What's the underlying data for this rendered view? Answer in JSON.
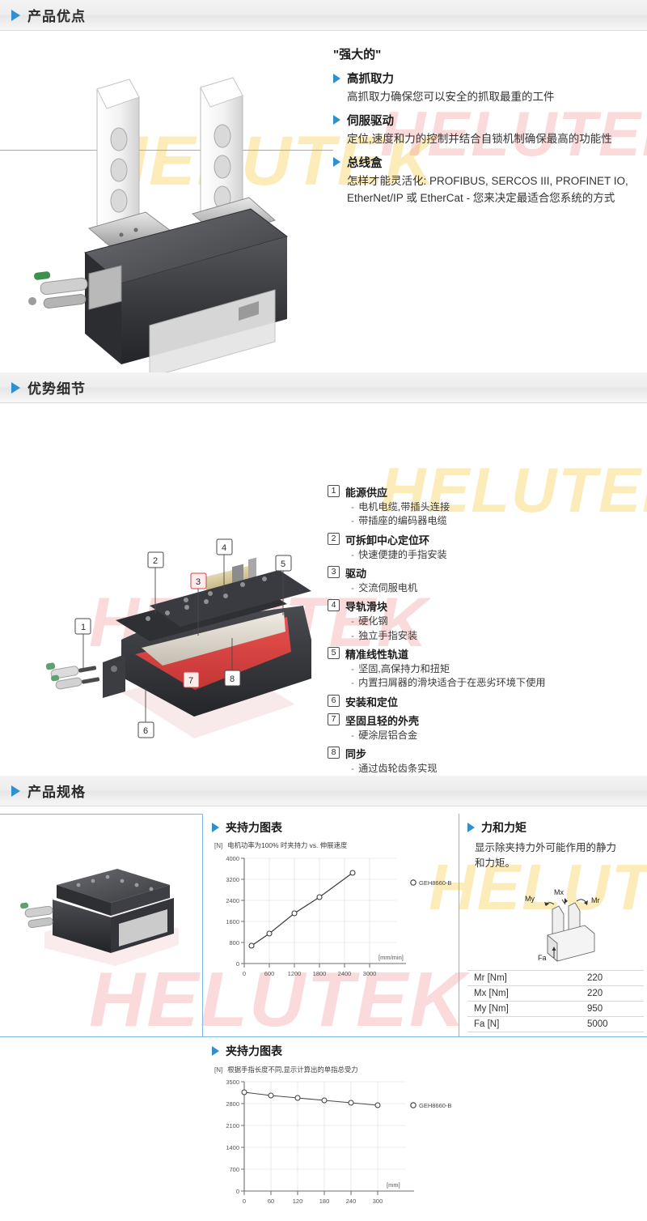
{
  "sections": [
    {
      "id": "advantages",
      "title": "产品优点"
    },
    {
      "id": "details",
      "title": "优势细节"
    },
    {
      "id": "specs",
      "title": "产品规格"
    }
  ],
  "advantages": {
    "quote": "\"强大的\"",
    "features": [
      {
        "label": "高抓取力",
        "body": "高抓取力确保您可以安全的抓取最重的工件"
      },
      {
        "label": "伺服驱动",
        "body": "定位,速度和力的控制并结合自锁机制确保最高的功能性"
      },
      {
        "label": "总线盒",
        "body": "怎样才能灵活化: PROFIBUS, SERCOS III, PROFINET IO, EtherNet/IP 或 EtherCat - 您来决定最适合您系统的方式"
      }
    ]
  },
  "details": {
    "items": [
      {
        "n": "1",
        "title": "能源供应",
        "subs": [
          "电机电缆,带插头连接",
          "带插座的编码器电缆"
        ]
      },
      {
        "n": "2",
        "title": "可拆卸中心定位环",
        "subs": [
          "快速便捷的手指安装"
        ]
      },
      {
        "n": "3",
        "title": "驱动",
        "subs": [
          "交流伺服电机"
        ]
      },
      {
        "n": "4",
        "title": "导轨滑块",
        "subs": [
          "硬化钢",
          "独立手指安装"
        ]
      },
      {
        "n": "5",
        "title": "精准线性轨道",
        "subs": [
          "坚固,高保持力和扭矩",
          "内置扫屑器的滑块适合于在恶劣环境下使用"
        ]
      },
      {
        "n": "6",
        "title": "安装和定位",
        "subs": []
      },
      {
        "n": "7",
        "title": "坚固且轻的外壳",
        "subs": [
          "硬涂层铝合金"
        ]
      },
      {
        "n": "8",
        "title": "同步",
        "subs": [
          "通过齿轮齿条实现"
        ]
      }
    ],
    "callouts": [
      "1",
      "2",
      "3",
      "4",
      "5",
      "6",
      "7",
      "8"
    ]
  },
  "specs": {
    "chart1_title": "夹持力图表",
    "chart2_title": "夹持力图表",
    "forces": {
      "title": "力和力矩",
      "desc": "显示除夹持力外可能作用的静力和力矩。",
      "diagram_labels": [
        "My",
        "Mx",
        "Mr",
        "Fa"
      ],
      "rows": [
        {
          "key": "Mr [Nm]",
          "value": "220"
        },
        {
          "key": "Mx [Nm]",
          "value": "220"
        },
        {
          "key": "My [Nm]",
          "value": "950"
        },
        {
          "key": "Fa [N]",
          "value": "5000"
        }
      ]
    }
  },
  "chart_data": [
    {
      "type": "line",
      "title": "夹持力图表",
      "subtitle": "电机功率为100% 时夹持力 vs. 伸展速度",
      "ylabel": "[N]",
      "xlabel": "[mm/min]",
      "xlim": [
        0,
        3000
      ],
      "ylim": [
        0,
        4000
      ],
      "xticks": [
        0,
        600,
        1200,
        1800,
        2400,
        3000
      ],
      "yticks": [
        0,
        800,
        1600,
        2400,
        3200,
        4000
      ],
      "grid": true,
      "legend": [
        "GEH8660-B"
      ],
      "legend_position": "right",
      "series": [
        {
          "name": "GEH8660-B",
          "x": [
            180,
            600,
            1200,
            1800,
            2600
          ],
          "values": [
            680,
            1150,
            1900,
            2520,
            3450
          ]
        }
      ]
    },
    {
      "type": "line",
      "title": "夹持力图表",
      "subtitle": "根据手指长度不同,显示计算出的单指总受力",
      "ylabel": "[N]",
      "xlabel": "[mm]",
      "xlim": [
        0,
        300
      ],
      "ylim": [
        0,
        3500
      ],
      "xticks": [
        0,
        60,
        120,
        180,
        240,
        300
      ],
      "yticks": [
        0,
        700,
        1400,
        2100,
        2800,
        3500
      ],
      "grid": true,
      "legend": [
        "GEH8660-B"
      ],
      "legend_position": "right",
      "series": [
        {
          "name": "GEH8660-B",
          "x": [
            0,
            60,
            120,
            180,
            240,
            300
          ],
          "values": [
            3150,
            3060,
            2980,
            2900,
            2830,
            2755
          ]
        }
      ]
    }
  ],
  "watermark": {
    "main": "HELUTEK",
    "sub": "HELUTEK"
  }
}
